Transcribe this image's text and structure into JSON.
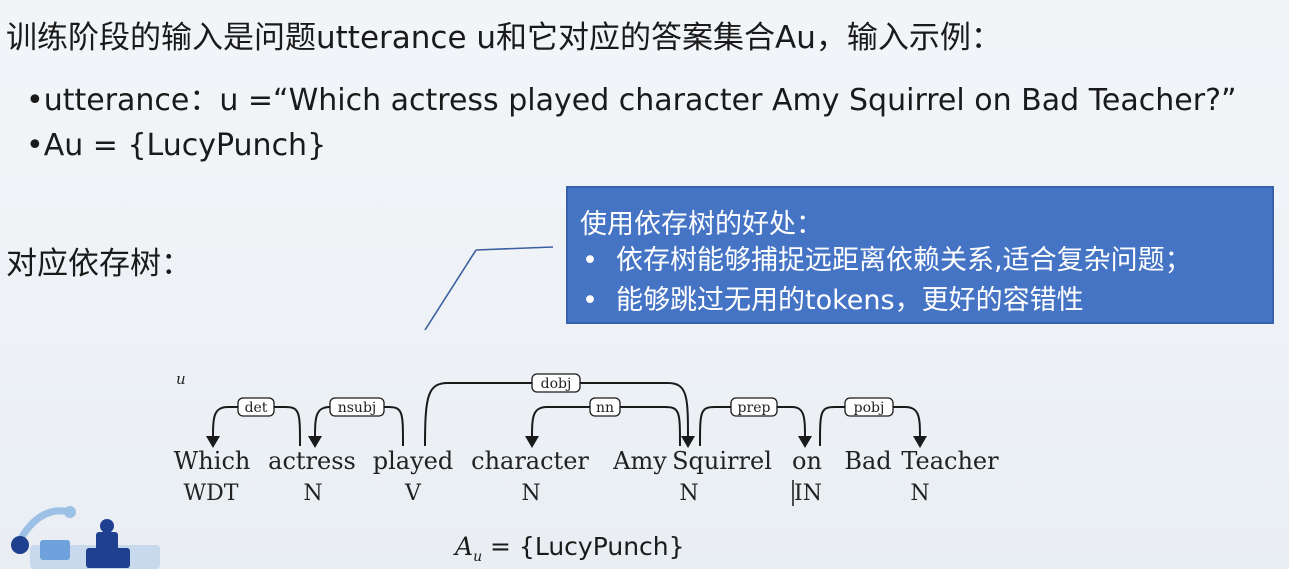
{
  "heading": "训练阶段的输入是问题utterance u和它对应的答案集合Au，输入示例：",
  "bullets": [
    "•utterance：u =“Which actress played character Amy Squirrel on Bad Teacher?”",
    "•Au = {LucyPunch}"
  ],
  "dep_title": "对应依存树：",
  "callout": {
    "title": "使用依存树的好处：",
    "items": [
      "依存树能够捕捉远距离依赖关系,适合复杂问题；",
      "能够跳过无用的tokens，更好的容错性"
    ]
  },
  "tree": {
    "u_label": "u",
    "words": [
      "Which",
      "actress",
      "played",
      "character",
      "Amy",
      "Squirrel",
      "on",
      "Bad",
      "Teacher"
    ],
    "tags": [
      "WDT",
      "N",
      "V",
      "N",
      "N",
      "IN",
      "N"
    ],
    "relations": [
      "det",
      "nsubj",
      "dobj",
      "nn",
      "prep",
      "pobj"
    ]
  },
  "answer": {
    "symbol": "A",
    "subscript": "u",
    "rest": " = {LucyPunch}"
  },
  "colors": {
    "callout_bg": "#4674c5",
    "callout_border": "#3761ad",
    "text": "#1a1a1a"
  }
}
